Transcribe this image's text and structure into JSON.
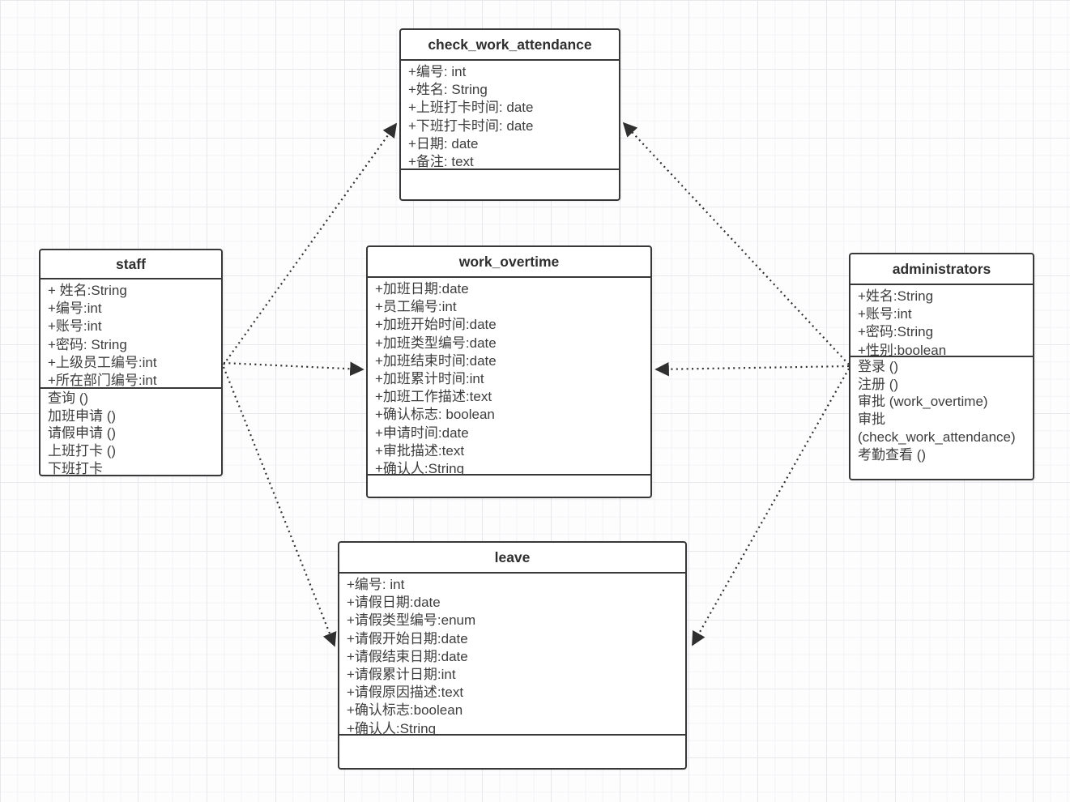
{
  "diagram": {
    "type": "uml-class-diagram",
    "colors": {
      "box_border": "#383838",
      "box_fill": "#ffffff",
      "text": "#3d3d3d",
      "edge": "#2f2f2f",
      "grid_minor": "#f3f3f6",
      "grid_major": "#e7e7ec"
    },
    "classes": [
      {
        "id": "check_work_attendance",
        "name": "check_work_attendance",
        "attributes": [
          "+编号: int",
          "+姓名: String",
          "+上班打卡时间: date",
          "+下班打卡时间: date",
          "+日期: date",
          "+备注: text"
        ],
        "methods": []
      },
      {
        "id": "staff",
        "name": "staff",
        "attributes": [
          "+ 姓名:String",
          "+编号:int",
          "+账号:int",
          "+密码: String",
          "+上级员工编号:int",
          "+所在部门编号:int"
        ],
        "methods": [
          "查询 ()",
          "加班申请 ()",
          "请假申请 ()",
          "上班打卡 ()",
          "下班打卡"
        ]
      },
      {
        "id": "work_overtime",
        "name": "work_overtime",
        "attributes": [
          "+加班日期:date",
          "+员工编号:int",
          "+加班开始时间:date",
          "+加班类型编号:date",
          "+加班结束时间:date",
          "+加班累计时间:int",
          "+加班工作描述:text",
          "+确认标志: boolean",
          "+申请时间:date",
          "+审批描述:text",
          "+确认人:String"
        ],
        "methods": []
      },
      {
        "id": "administrators",
        "name": "administrators",
        "attributes": [
          "+姓名:String",
          "+账号:int",
          "+密码:String",
          "+性别:boolean"
        ],
        "methods": [
          "登录 ()",
          "注册 ()",
          "审批 (work_overtime)",
          "审批 (check_work_attendance)",
          "考勤查看 ()"
        ]
      },
      {
        "id": "leave",
        "name": "leave",
        "attributes": [
          "+编号: int",
          "+请假日期:date",
          "+请假类型编号:enum",
          "+请假开始日期:date",
          "+请假结束日期:date",
          "+请假累计日期:int",
          "+请假原因描述:text",
          "+确认标志:boolean",
          "+确认人:String"
        ],
        "methods": []
      }
    ],
    "relations": [
      {
        "from": "staff",
        "to": "check_work_attendance",
        "style": "dotted",
        "arrowhead": "solid-triangle"
      },
      {
        "from": "staff",
        "to": "work_overtime",
        "style": "dotted",
        "arrowhead": "solid-triangle"
      },
      {
        "from": "staff",
        "to": "leave",
        "style": "dotted",
        "arrowhead": "solid-triangle"
      },
      {
        "from": "administrators",
        "to": "check_work_attendance",
        "style": "dotted",
        "arrowhead": "solid-triangle"
      },
      {
        "from": "administrators",
        "to": "work_overtime",
        "style": "dotted",
        "arrowhead": "solid-triangle"
      },
      {
        "from": "administrators",
        "to": "leave",
        "style": "dotted",
        "arrowhead": "solid-triangle"
      }
    ]
  }
}
